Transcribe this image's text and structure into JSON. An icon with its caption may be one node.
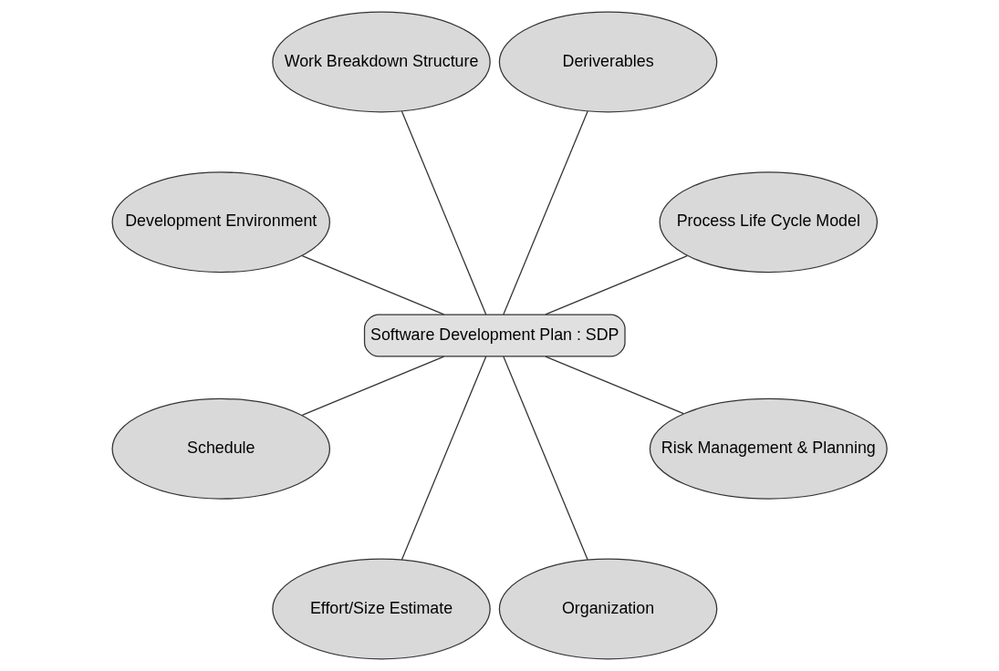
{
  "diagram": {
    "nodes": [
      {
        "text": [
          "Software Development Plan : SDP"
        ]
      },
      {
        "text": [
          "Process Life Cycle Model"
        ]
      },
      {
        "text": [
          "Deriverables"
        ]
      },
      {
        "text": [
          "Work Breakdown Structure"
        ]
      },
      {
        "text": [
          "Development Environment"
        ]
      },
      {
        "text": [
          "Schedule"
        ]
      },
      {
        "text": [
          "Effort/Size Estimate"
        ]
      },
      {
        "text": [
          "Organization"
        ]
      },
      {
        "text": [
          "Risk Management & Planning"
        ]
      }
    ],
    "edges": [
      {
        "from": 0,
        "to": 1,
        "arrow": "none"
      },
      {
        "from": 0,
        "to": 2,
        "arrow": "none"
      },
      {
        "from": 0,
        "to": 3,
        "arrow": "none"
      },
      {
        "from": 0,
        "to": 4,
        "arrow": "none"
      },
      {
        "from": 0,
        "to": 5,
        "arrow": "none"
      },
      {
        "from": 0,
        "to": 6,
        "arrow": "none"
      },
      {
        "from": 0,
        "to": 7,
        "arrow": "none"
      },
      {
        "from": 0,
        "to": 8,
        "arrow": "none"
      }
    ]
  }
}
